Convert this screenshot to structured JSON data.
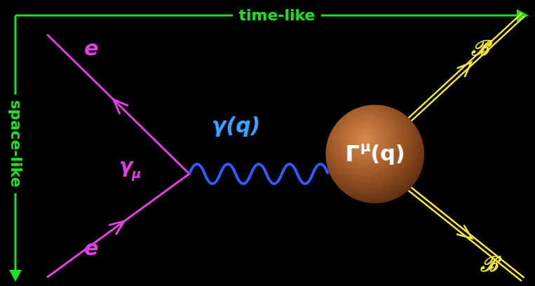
{
  "diagram": {
    "nodes": [
      {
        "text": [
          "Γ",
          "μ",
          "(q)"
        ]
      }
    ],
    "labels": [
      "time-like",
      "space-like",
      "e",
      "e",
      "γ",
      "μ",
      "γ(q)",
      "ℬ",
      "ℬ"
    ]
  }
}
